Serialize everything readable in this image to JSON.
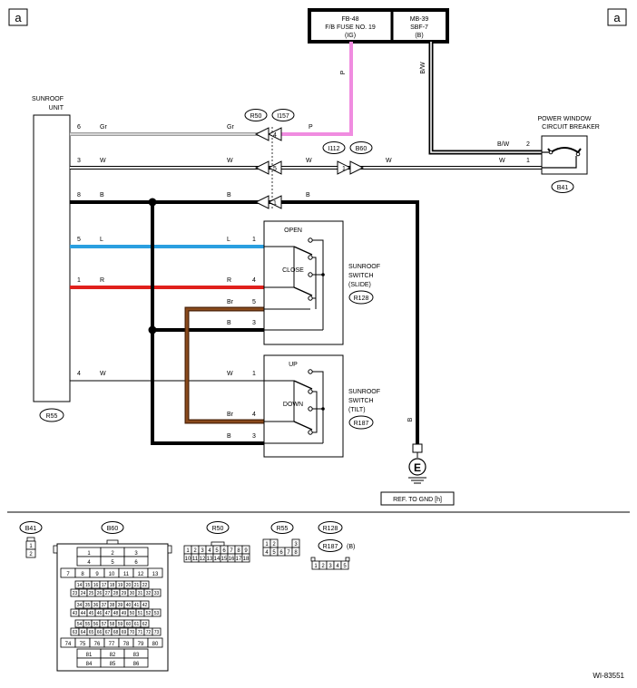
{
  "page": {
    "corner_left": "a",
    "corner_right": "a",
    "figure_id": "WI-83551"
  },
  "fuse_box": {
    "left": [
      "FB-48",
      "F/B FUSE NO. 19",
      "(IG)"
    ],
    "right": [
      "MB-39",
      "SBF-7",
      "(B)"
    ]
  },
  "sunroof_unit": {
    "label": [
      "SUNROOF",
      "UNIT"
    ],
    "connector": "R55"
  },
  "circuit_breaker": {
    "label": [
      "POWER WINDOW",
      "CIRCUIT BREAKER"
    ],
    "connector": "B41",
    "pin_bw": "2",
    "pin_w": "1"
  },
  "ground": {
    "symbol": "E",
    "ref": "REF. TO GND [h]"
  },
  "connectors": {
    "r50": "R50",
    "i157": "I157",
    "i112": "I112",
    "b60": "B60"
  },
  "wires": {
    "gr": {
      "pin": "6",
      "color": "Gr",
      "inline_pin": "4"
    },
    "w3": {
      "pin": "3",
      "color": "W",
      "inline_pin": "5",
      "i112_pin": "1"
    },
    "b8": {
      "pin": "8",
      "color": "B",
      "inline_pin": "1"
    },
    "l5": {
      "pin": "5",
      "color": "L"
    },
    "r1": {
      "pin": "1",
      "color": "R"
    },
    "w4": {
      "pin": "4",
      "color": "W"
    },
    "p": "P",
    "bw": "B/W",
    "br": "Br",
    "b": "B",
    "w": "W"
  },
  "slide_switch": {
    "label": [
      "SUNROOF",
      "SWITCH",
      "(SLIDE)"
    ],
    "connector": "R128",
    "open": "OPEN",
    "close": "CLOSE",
    "pins": [
      "1",
      "4",
      "5",
      "3"
    ]
  },
  "tilt_switch": {
    "label": [
      "SUNROOF",
      "SWITCH",
      "(TILT)"
    ],
    "connector": "R187",
    "up": "UP",
    "down": "DOWN",
    "pins": [
      "1",
      "4",
      "3"
    ]
  },
  "legend": {
    "b41": {
      "name": "B41",
      "pins": [
        "1",
        "2"
      ]
    },
    "b60": {
      "name": "B60",
      "rows": [
        [
          "1",
          "2",
          "3"
        ],
        [
          "4",
          "5",
          "6"
        ],
        [
          "7",
          "8",
          "9",
          "10",
          "11",
          "12",
          "13"
        ],
        [
          "14",
          "15",
          "16",
          "17",
          "18",
          "19",
          "20",
          "21",
          "22"
        ],
        [
          "23",
          "24",
          "25",
          "26",
          "27",
          "28",
          "29",
          "30",
          "31",
          "32",
          "33"
        ],
        [
          "34",
          "35",
          "36",
          "37",
          "38",
          "39",
          "40",
          "41",
          "42"
        ],
        [
          "43",
          "44",
          "45",
          "46",
          "47",
          "48",
          "49",
          "50",
          "51",
          "52",
          "53"
        ],
        [
          "54",
          "55",
          "56",
          "57",
          "58",
          "59",
          "60",
          "61",
          "62"
        ],
        [
          "63",
          "64",
          "65",
          "66",
          "67",
          "68",
          "69",
          "70",
          "71",
          "72",
          "73"
        ],
        [
          "74",
          "75",
          "76",
          "77",
          "78",
          "79",
          "80"
        ],
        [
          "81",
          "82",
          "83"
        ],
        [
          "84",
          "85",
          "86"
        ]
      ]
    },
    "r50": {
      "name": "R50",
      "row1": [
        "1",
        "2",
        "3",
        "4",
        "5",
        "6",
        "7",
        "8",
        "9"
      ],
      "row2": [
        "10",
        "11",
        "12",
        "13",
        "14",
        "15",
        "16",
        "17",
        "18"
      ]
    },
    "r55": {
      "name": "R55",
      "row1": [
        "1",
        "2",
        "",
        "3"
      ],
      "row2": [
        "4",
        "5",
        "6",
        "7",
        "8"
      ]
    },
    "r128": {
      "name": "R128",
      "name2": "R187",
      "suffix": "(B)",
      "pins": [
        "1",
        "2",
        "3",
        "4",
        "5"
      ]
    }
  },
  "colors": {
    "gr": "#bdbdbd",
    "pink": "#f08ce0",
    "blue": "#2a9fe0",
    "red": "#e0201c",
    "brown": "#7a3b12",
    "black": "#000000"
  }
}
